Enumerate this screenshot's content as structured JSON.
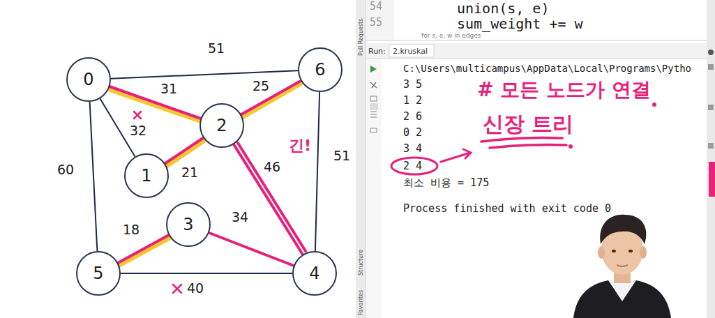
{
  "diagram": {
    "nodes": [
      {
        "text": [
          "0"
        ]
      },
      {
        "text": [
          "1"
        ]
      },
      {
        "text": [
          "2"
        ]
      },
      {
        "text": [
          "3"
        ]
      },
      {
        "text": [
          "4"
        ]
      },
      {
        "text": [
          "5"
        ]
      },
      {
        "text": [
          "6"
        ]
      }
    ],
    "edges": [
      {
        "from": 0,
        "to": 6,
        "arrow": "none",
        "label": "51"
      },
      {
        "from": 0,
        "to": 2,
        "arrow": "none",
        "label": "31"
      },
      {
        "from": 0,
        "to": 1,
        "arrow": "none",
        "label": "32"
      },
      {
        "from": 0,
        "to": 5,
        "arrow": "none",
        "label": "60"
      },
      {
        "from": 6,
        "to": 2,
        "arrow": "none",
        "label": "25"
      },
      {
        "from": 6,
        "to": 4,
        "arrow": "none",
        "label": "51"
      },
      {
        "from": 2,
        "to": 1,
        "arrow": "none",
        "label": "21"
      },
      {
        "from": 2,
        "to": 4,
        "arrow": "none",
        "label": "46"
      },
      {
        "from": 3,
        "to": 4,
        "arrow": "none",
        "label": "34"
      },
      {
        "from": 5,
        "to": 3,
        "arrow": "none",
        "label": "18"
      },
      {
        "from": 5,
        "to": 4,
        "arrow": "none",
        "label": "40"
      }
    ],
    "labels": [
      "긴!",
      "54",
      "55",
      "union(s, e)",
      "sum_weight += w",
      "for s, e, w in edges",
      "Run:",
      "2.kruskal",
      "C:\\Users\\multicampus\\AppData\\Local\\Programs\\Pytho",
      "3 5",
      "1 2",
      "2 6",
      "0 2",
      "3 4",
      "2 4",
      "최소 비용 = 175",
      "Process finished with exit code 0",
      "# 모든 노드가 연결",
      "신장 트리",
      "Pull Requests",
      "Structure",
      "Favorites"
    ]
  }
}
